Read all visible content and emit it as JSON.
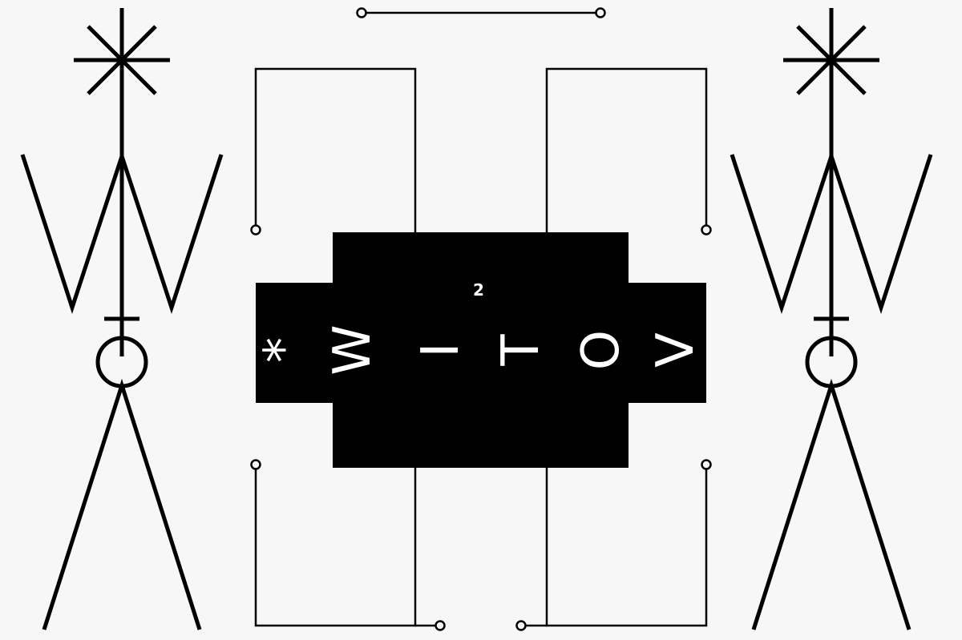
{
  "colors": {
    "background": "#f7f7f7",
    "ink": "#000000",
    "block_text": "#ffffff"
  },
  "central_block": {
    "glyphs": [
      "*",
      "W",
      "I",
      "T",
      "O",
      "V"
    ],
    "superscript": "2"
  },
  "figures": [
    "stick-figure-left",
    "stick-figure-right"
  ]
}
